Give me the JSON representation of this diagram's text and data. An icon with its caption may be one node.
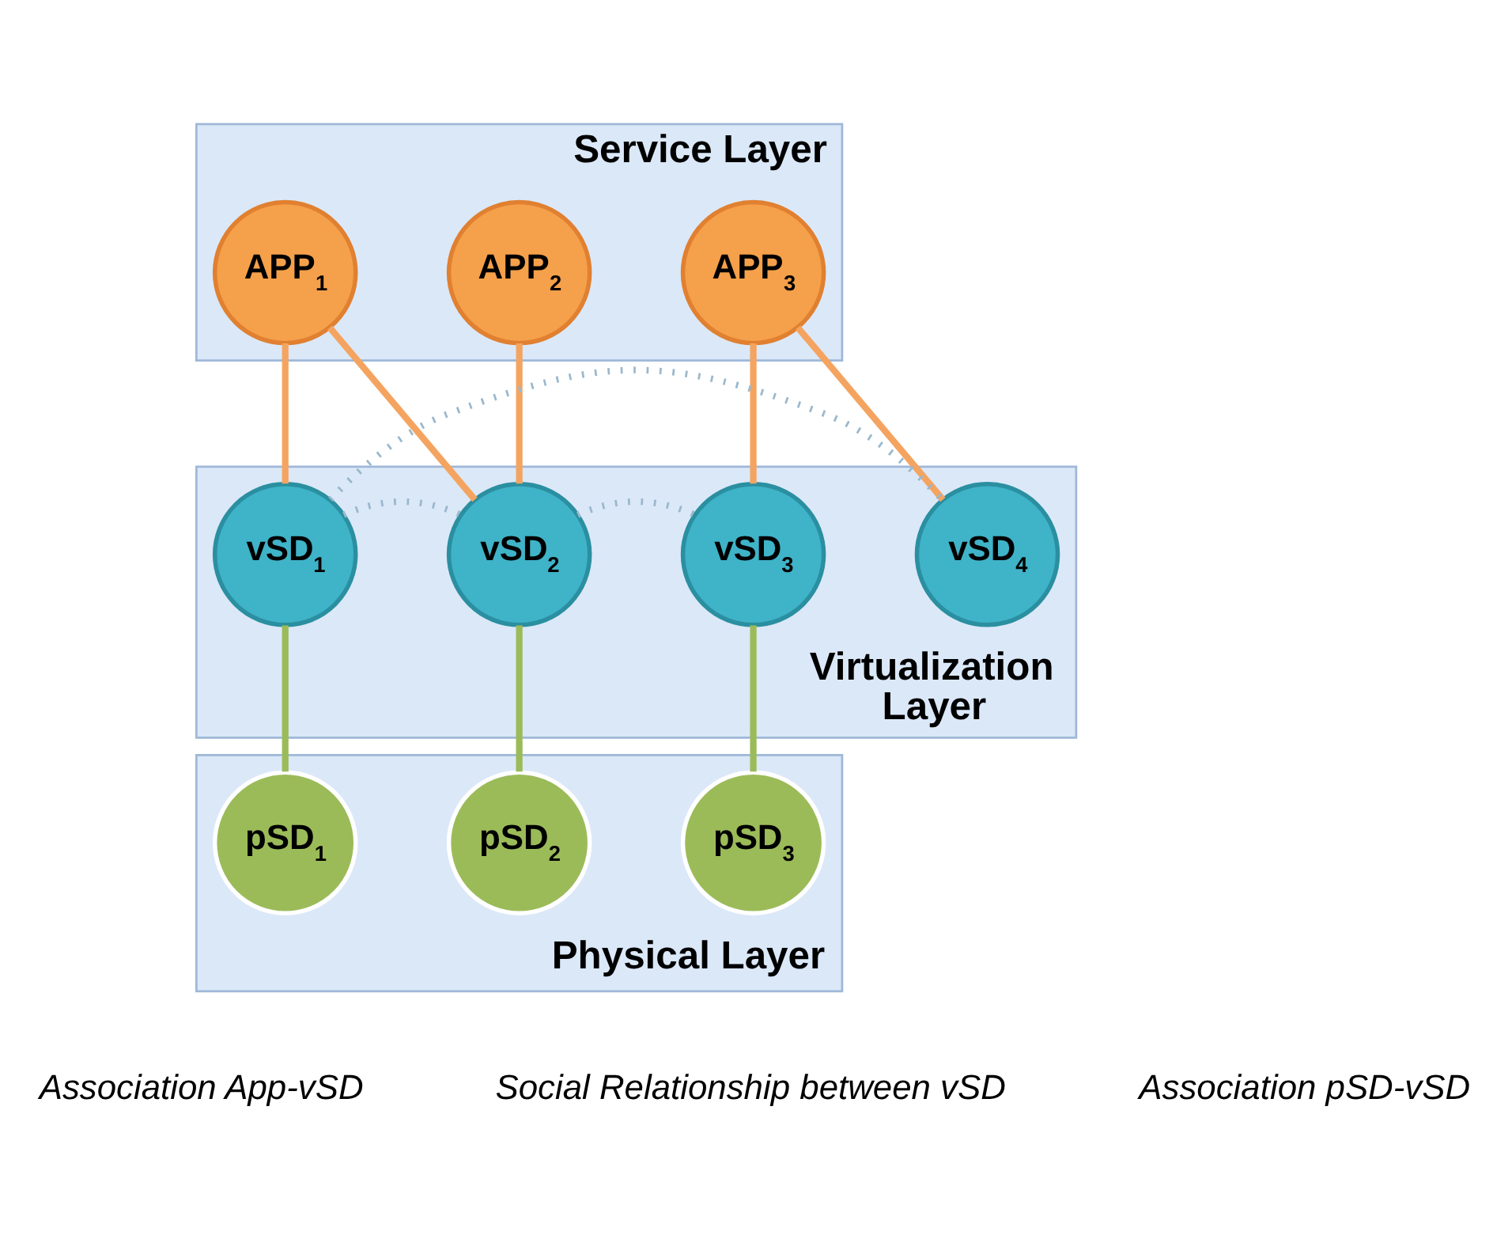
{
  "diagram": {
    "nodes": [
      {
        "text": [
          "Service Layer"
        ]
      },
      {
        "text": [
          "APP$_{1}$"
        ],
        "in": 0
      },
      {
        "text": [
          "APP$_{2}$"
        ],
        "in": 0
      },
      {
        "text": [
          "APP$_{3}$"
        ],
        "in": 0
      },
      {
        "text": [
          "Virtualization Layer"
        ]
      },
      {
        "text": [
          "vSD$_{1}$"
        ],
        "in": 4
      },
      {
        "text": [
          "vSD$_{2}$"
        ],
        "in": 4
      },
      {
        "text": [
          "vSD$_{3}$"
        ],
        "in": 4
      },
      {
        "text": [
          "vSD$_{4}$"
        ],
        "in": 4
      },
      {
        "text": [
          "Physical Layer"
        ]
      },
      {
        "text": [
          "pSD$_{1}$"
        ],
        "in": 9
      },
      {
        "text": [
          "pSD$_{2}$"
        ],
        "in": 9
      },
      {
        "text": [
          "pSD$_{3}$"
        ],
        "in": 9
      }
    ],
    "edges": [
      {
        "from": 1,
        "to": 5,
        "arrow": "none",
        "color": "#f4a460"
      },
      {
        "from": 1,
        "to": 6,
        "arrow": "none",
        "color": "#f4a460"
      },
      {
        "from": 2,
        "to": 6,
        "arrow": "none",
        "color": "#f4a460"
      },
      {
        "from": 3,
        "to": 7,
        "arrow": "none",
        "color": "#f4a460"
      },
      {
        "from": 3,
        "to": 8,
        "arrow": "none",
        "color": "#f4a460"
      },
      {
        "from": 5,
        "to": 6,
        "arrow": "none",
        "style": "dashed",
        "color": "#9ab8cc"
      },
      {
        "from": 6,
        "to": 7,
        "arrow": "none",
        "style": "dashed",
        "color": "#9ab8cc"
      },
      {
        "from": 5,
        "to": 8,
        "arrow": "none",
        "style": "dashed",
        "color": "#9ab8cc"
      },
      {
        "from": 5,
        "to": 10,
        "arrow": "none",
        "color": "#9bbb59"
      },
      {
        "from": 6,
        "to": 11,
        "arrow": "none",
        "color": "#9bbb59"
      },
      {
        "from": 7,
        "to": 12,
        "arrow": "none",
        "color": "#9bbb59"
      }
    ],
    "legend": [
      {
        "text": "Association App-vSD"
      },
      {
        "text": "Social Relationship between vSD"
      },
      {
        "text": "Association pSD-vSD"
      }
    ]
  }
}
